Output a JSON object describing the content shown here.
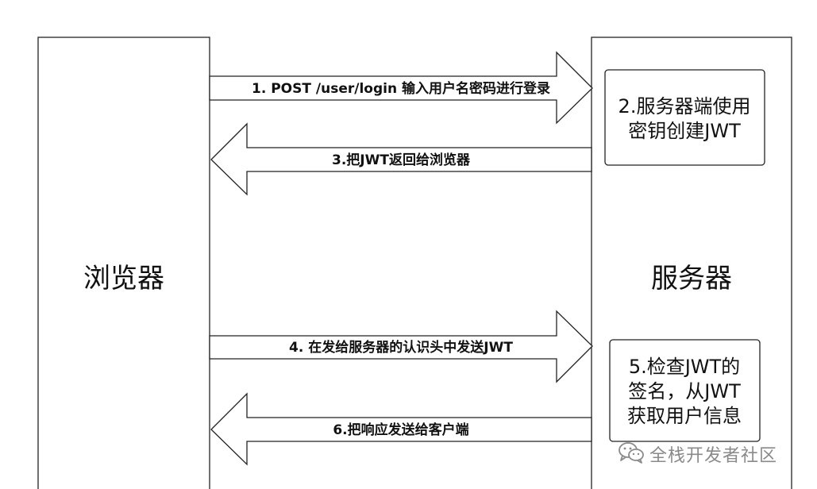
{
  "lanes": {
    "browser_label": "浏览器",
    "server_label": "服务器"
  },
  "steps": [
    {
      "label": "1. POST /user/login 输入用户名密码进行登录",
      "direction": "to-server"
    },
    {
      "label": "3.把JWT返回给浏览器",
      "direction": "to-browser"
    },
    {
      "label": "4. 在发给服务器的认识头中发送JWT",
      "direction": "to-server"
    },
    {
      "label": "6.把响应发送给客户端",
      "direction": "to-browser"
    }
  ],
  "server_notes": {
    "note_2": [
      "2.服务器端使用",
      "密钥创建JWT"
    ],
    "note_5": [
      "5.检查JWT的",
      "签名，从JWT",
      "获取用户信息"
    ]
  },
  "watermark": {
    "text": "全栈开发者社区",
    "icon": "wechat-icon"
  },
  "colors": {
    "stroke": "#222222",
    "watermark": "#8a8a8a"
  }
}
